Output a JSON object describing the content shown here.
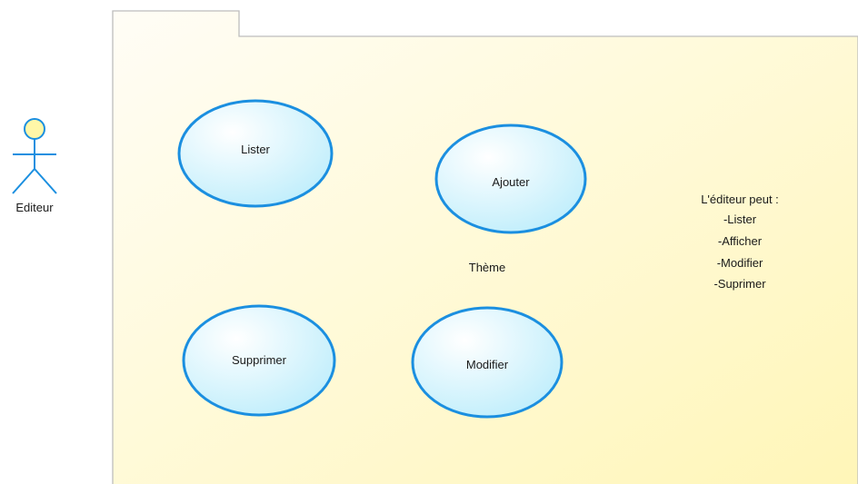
{
  "colors": {
    "package_fill_start": "#fffdf6",
    "package_fill_end": "#fff6b8",
    "package_border": "#bdbdbd",
    "usecase_fill_start": "#ffffff",
    "usecase_fill_end": "#b9ecfb",
    "usecase_border": "#1b8fe0",
    "actor_head_fill": "#fff7a8",
    "actor_stroke": "#1b8fe0",
    "text": "#1a1a1a"
  },
  "actor": {
    "name": "Editeur",
    "icon": "stick-figure-actor-icon"
  },
  "package": {
    "name": "Thème"
  },
  "use_cases": [
    {
      "id": "lister",
      "label": "Lister"
    },
    {
      "id": "ajouter",
      "label": "Ajouter"
    },
    {
      "id": "supprimer",
      "label": "Supprimer"
    },
    {
      "id": "modifier",
      "label": "Modifier"
    }
  ],
  "note": {
    "lines": [
      "L'éditeur peut :",
      "-Lister",
      "-Afficher",
      "-Modifier",
      "-Suprimer"
    ]
  }
}
